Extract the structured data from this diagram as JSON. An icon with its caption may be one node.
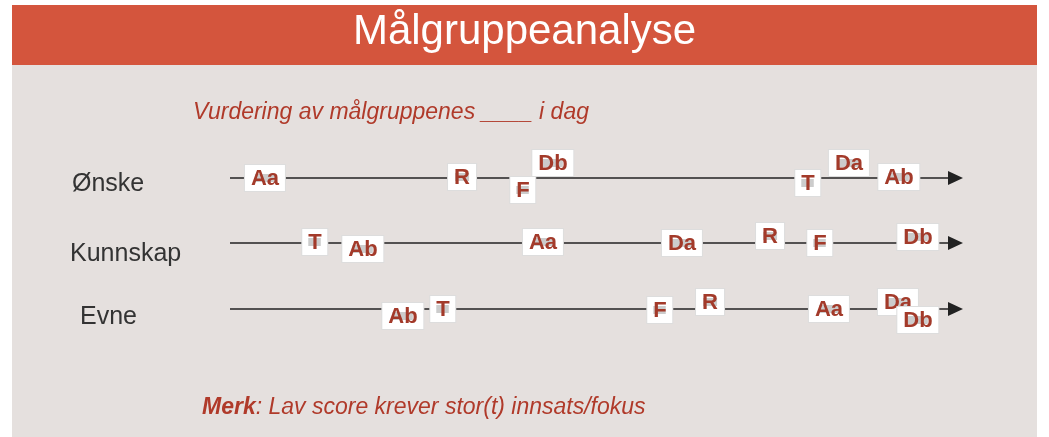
{
  "diagram": {
    "title": "Målgruppeanalyse",
    "labels": [
      "Vurdering av målgruppenes ____ i dag",
      "Ønske",
      "Aa",
      "R",
      "F",
      "Db",
      "T",
      "Da",
      "Ab",
      "Kunnskap",
      "T",
      "Ab",
      "Aa",
      "Da",
      "R",
      "F",
      "Db",
      "Evne",
      "Ab",
      "T",
      "F",
      "R",
      "Aa",
      "Da",
      "Db",
      "**Merk**: Lav score krever stor(t) innsats/fokus"
    ]
  }
}
